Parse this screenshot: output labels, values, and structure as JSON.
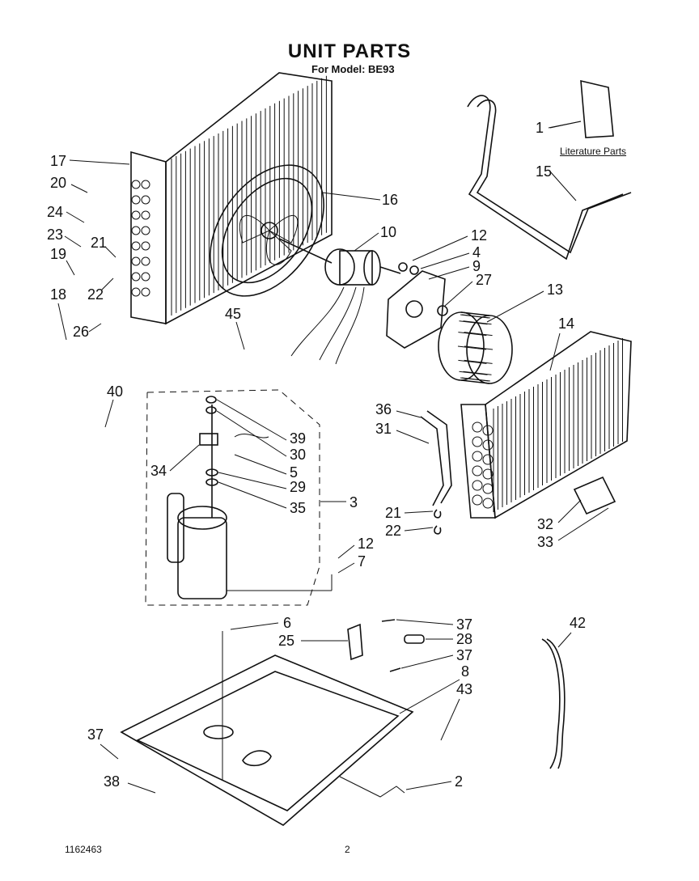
{
  "header": {
    "title": "UNIT PARTS",
    "subtitle": "For Model: BE93"
  },
  "literature": {
    "label": "Literature Parts"
  },
  "footer": {
    "part_number": "1162463",
    "page_number": "2"
  },
  "callouts": [
    {
      "id": "c1",
      "label": "1"
    },
    {
      "id": "c2",
      "label": "2"
    },
    {
      "id": "c3",
      "label": "3"
    },
    {
      "id": "c4",
      "label": "4"
    },
    {
      "id": "c5",
      "label": "5"
    },
    {
      "id": "c6",
      "label": "6"
    },
    {
      "id": "c7",
      "label": "7"
    },
    {
      "id": "c8",
      "label": "8"
    },
    {
      "id": "c9",
      "label": "9"
    },
    {
      "id": "c10",
      "label": "10"
    },
    {
      "id": "c12a",
      "label": "12"
    },
    {
      "id": "c12b",
      "label": "12"
    },
    {
      "id": "c13",
      "label": "13"
    },
    {
      "id": "c14",
      "label": "14"
    },
    {
      "id": "c15",
      "label": "15"
    },
    {
      "id": "c16",
      "label": "16"
    },
    {
      "id": "c17",
      "label": "17"
    },
    {
      "id": "c18",
      "label": "18"
    },
    {
      "id": "c19",
      "label": "19"
    },
    {
      "id": "c20",
      "label": "20"
    },
    {
      "id": "c21a",
      "label": "21"
    },
    {
      "id": "c21b",
      "label": "21"
    },
    {
      "id": "c22a",
      "label": "22"
    },
    {
      "id": "c22b",
      "label": "22"
    },
    {
      "id": "c23",
      "label": "23"
    },
    {
      "id": "c24",
      "label": "24"
    },
    {
      "id": "c25",
      "label": "25"
    },
    {
      "id": "c26",
      "label": "26"
    },
    {
      "id": "c27",
      "label": "27"
    },
    {
      "id": "c28",
      "label": "28"
    },
    {
      "id": "c29",
      "label": "29"
    },
    {
      "id": "c30",
      "label": "30"
    },
    {
      "id": "c31",
      "label": "31"
    },
    {
      "id": "c32",
      "label": "32"
    },
    {
      "id": "c33",
      "label": "33"
    },
    {
      "id": "c34",
      "label": "34"
    },
    {
      "id": "c35",
      "label": "35"
    },
    {
      "id": "c36",
      "label": "36"
    },
    {
      "id": "c37a",
      "label": "37"
    },
    {
      "id": "c37b",
      "label": "37"
    },
    {
      "id": "c37c",
      "label": "37"
    },
    {
      "id": "c38",
      "label": "38"
    },
    {
      "id": "c39",
      "label": "39"
    },
    {
      "id": "c40",
      "label": "40"
    },
    {
      "id": "c42",
      "label": "42"
    },
    {
      "id": "c43",
      "label": "43"
    },
    {
      "id": "c45",
      "label": "45"
    }
  ]
}
